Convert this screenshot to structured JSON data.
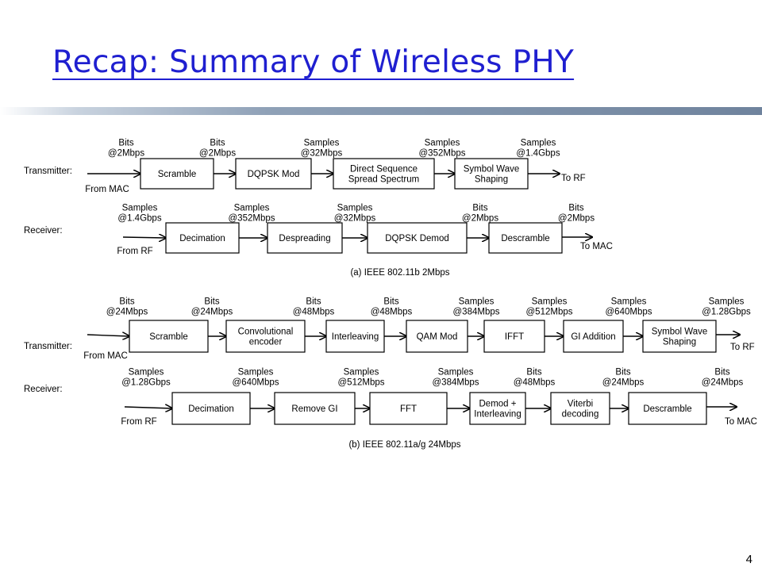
{
  "title": "Recap: Summary of Wireless PHY",
  "page_number": "4",
  "diagrams": [
    {
      "caption": "(a) IEEE 802.11b 2Mbps",
      "rows": [
        {
          "role": "Transmitter:",
          "input": "From MAC",
          "output": "To RF",
          "blocks": [
            "Scramble",
            "DQPSK Mod",
            "Direct Sequence\nSpread Spectrum",
            "Symbol Wave\nShaping"
          ],
          "rates": [
            "Bits\n@2Mbps",
            "Bits\n@2Mbps",
            "Samples\n@32Mbps",
            "Samples\n@352Mbps",
            "Samples\n@1.4Gbps"
          ]
        },
        {
          "role": "Receiver:",
          "input": "From RF",
          "output": "To MAC",
          "blocks": [
            "Decimation",
            "Despreading",
            "DQPSK Demod",
            "Descramble"
          ],
          "rates": [
            "Samples\n@1.4Gbps",
            "Samples\n@352Mbps",
            "Samples\n@32Mbps",
            "Bits\n@2Mbps",
            "Bits\n@2Mbps"
          ]
        }
      ]
    },
    {
      "caption": "(b) IEEE 802.11a/g 24Mbps",
      "rows": [
        {
          "role": "Transmitter:",
          "input": "From MAC",
          "output": "To RF",
          "blocks": [
            "Scramble",
            "Convolutional\nencoder",
            "Interleaving",
            "QAM Mod",
            "IFFT",
            "GI Addition",
            "Symbol Wave\nShaping"
          ],
          "rates": [
            "Bits\n@24Mbps",
            "Bits\n@24Mbps",
            "Bits\n@48Mbps",
            "Bits\n@48Mbps",
            "Samples\n@384Mbps",
            "Samples\n@512Mbps",
            "Samples\n@640Mbps",
            "Samples\n@1.28Gbps"
          ]
        },
        {
          "role": "Receiver:",
          "input": "From RF",
          "output": "To MAC",
          "blocks": [
            "Decimation",
            "Remove GI",
            "FFT",
            "Demod +\nInterleaving",
            "Viterbi\ndecoding",
            "Descramble"
          ],
          "rates": [
            "Samples\n@1.28Gbps",
            "Samples\n@640Mbps",
            "Samples\n@512Mbps",
            "Samples\n@384Mbps",
            "Bits\n@48Mbps",
            "Bits\n@24Mbps",
            "Bits\n@24Mbps"
          ]
        }
      ]
    }
  ]
}
